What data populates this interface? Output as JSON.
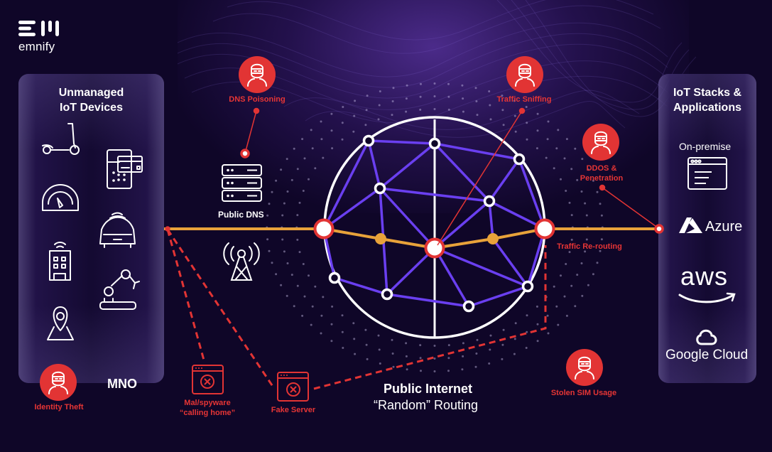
{
  "brand": {
    "name": "emnify",
    "mark": "EM"
  },
  "colors": {
    "background": "#0f0628",
    "threat_red": "#e23434",
    "route_orange": "#e8a23a",
    "mesh_purple": "#6a3ff0",
    "globe_white": "#ffffff"
  },
  "left_panel": {
    "title_line1": "Unmanaged",
    "title_line2": "IoT Devices",
    "devices": [
      "e-scooter-icon",
      "payment-terminal-icon",
      "speedometer-icon",
      "connected-car-icon",
      "smart-building-icon",
      "robot-arm-icon",
      "location-pin-icon"
    ]
  },
  "mno_label": "MNO",
  "public_dns_label": "Public DNS",
  "cell_tower": "cell-tower-icon",
  "center": {
    "title": "Public Internet",
    "subtitle": "“Random” Routing"
  },
  "right_panel": {
    "title_line1": "IoT Stacks &",
    "title_line2": "Applications",
    "on_premise_label": "On-premise",
    "azure_label": "Azure",
    "aws_label": "aws",
    "google_cloud_label": "Google Cloud"
  },
  "threats": [
    {
      "id": "identity-theft",
      "label": "Identity Theft"
    },
    {
      "id": "dns-poisoning",
      "label": "DNS Poisoning"
    },
    {
      "id": "traffic-sniffing",
      "label": "Traffic Sniffing"
    },
    {
      "id": "ddos",
      "label_line1": "DDOS &",
      "label_line2": "Penetration"
    },
    {
      "id": "traffic-rerouting",
      "label": "Traffic Re-routing"
    },
    {
      "id": "stolen-sim",
      "label": "Stolen SIM Usage"
    },
    {
      "id": "malware",
      "label_line1": "Mal/spyware",
      "label_line2": "“calling home”"
    },
    {
      "id": "fake-server",
      "label": "Fake Server"
    }
  ]
}
